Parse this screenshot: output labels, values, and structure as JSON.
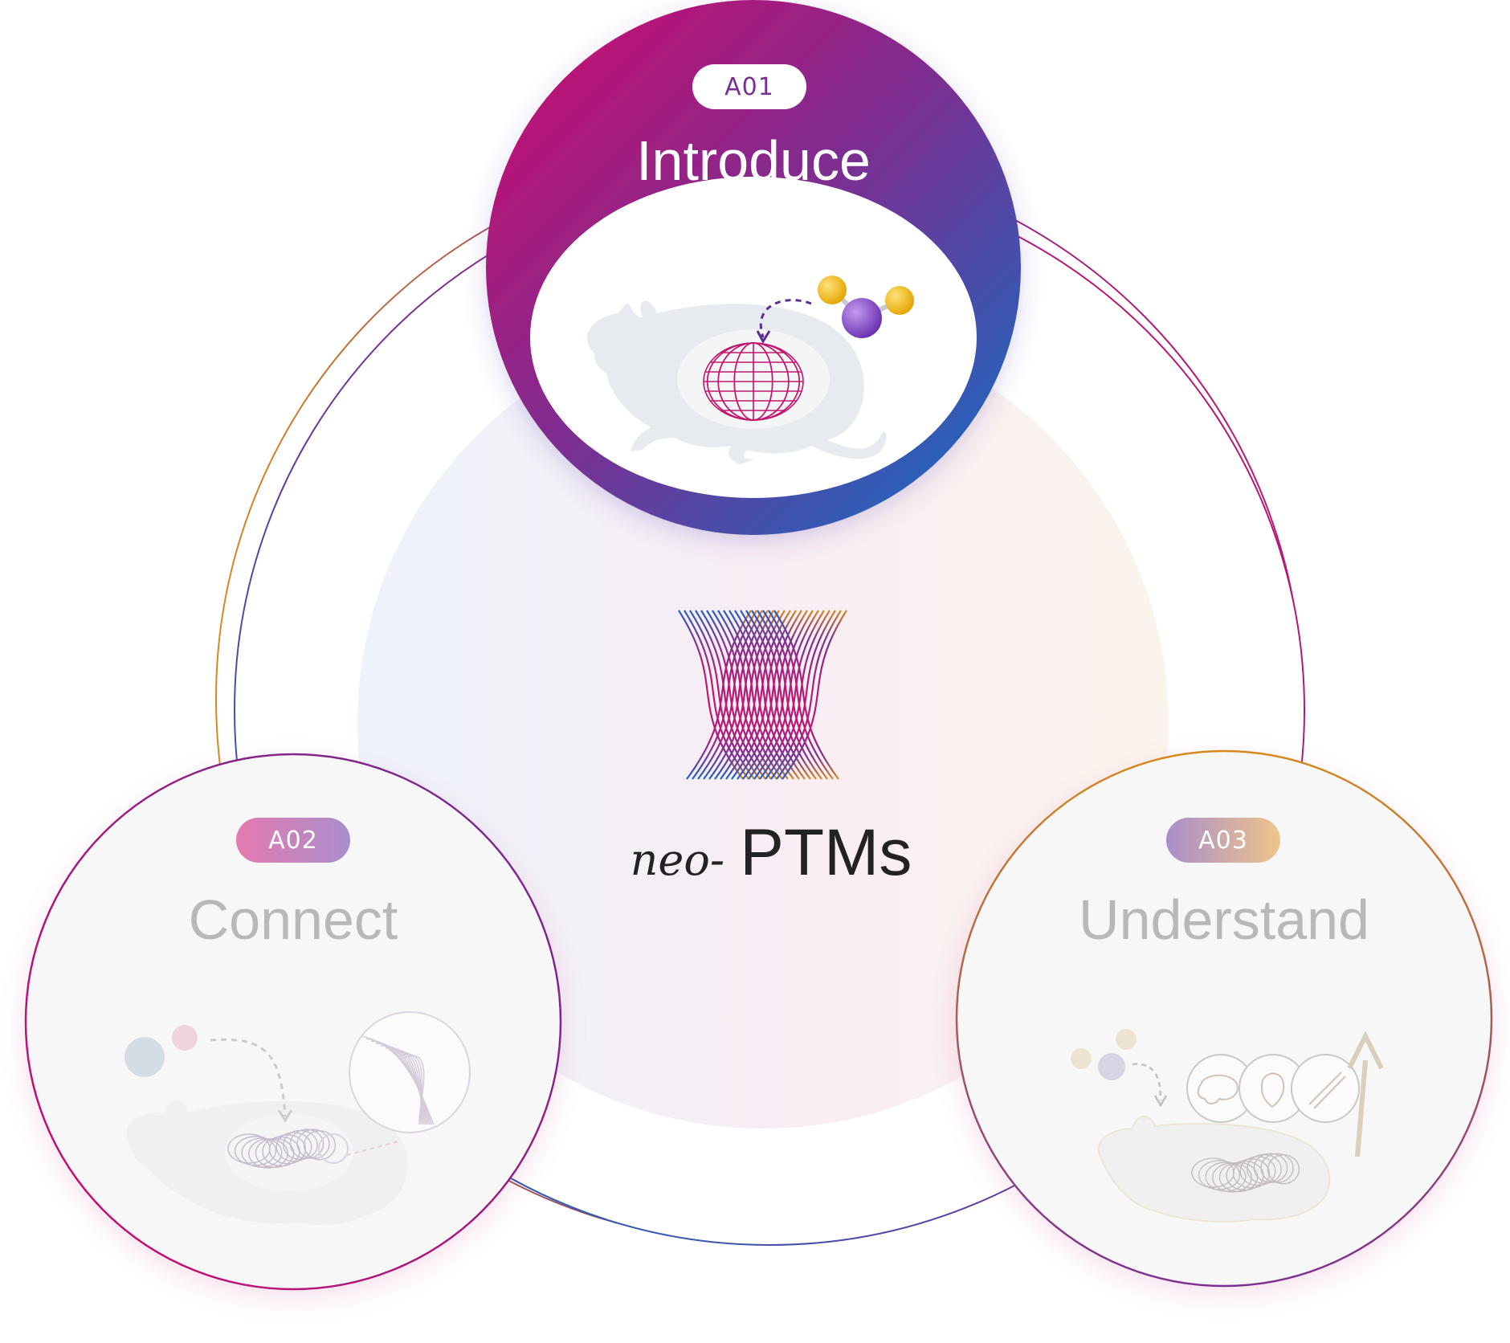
{
  "center": {
    "prefix": "neo-",
    "title": "PTMs",
    "logo_icon": "neo-ptms-logo-icon"
  },
  "modules": [
    {
      "badge": "A01",
      "title": "Introduce",
      "state": "active",
      "illustration": "mouse-molecule-sphere-icon"
    },
    {
      "badge": "A02",
      "title": "Connect",
      "state": "inactive",
      "illustration": "mouse-protein-zoom-icon"
    },
    {
      "badge": "A03",
      "title": "Understand",
      "state": "inactive",
      "illustration": "mouse-organs-arrow-icon"
    }
  ],
  "colors": {
    "magenta": "#d10a6b",
    "purple": "#7a2f92",
    "blue": "#0b72c7",
    "orange": "#d68a1e",
    "muted_text": "#b8b8b8",
    "dark_text": "#222222"
  }
}
